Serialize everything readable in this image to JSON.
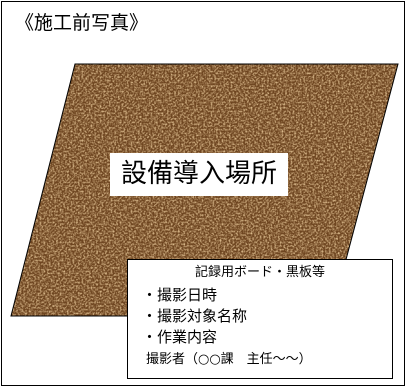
{
  "page": {
    "heading": "《施工前写真》"
  },
  "photo": {
    "label": "設備導入場所",
    "texture_color": "#b07a3e"
  },
  "board": {
    "title": "記録用ボード・黒板等",
    "items": [
      "・撮影日時",
      "・撮影対象名称",
      "・作業内容"
    ],
    "footer": "撮影者（○○課　主任～～）"
  }
}
